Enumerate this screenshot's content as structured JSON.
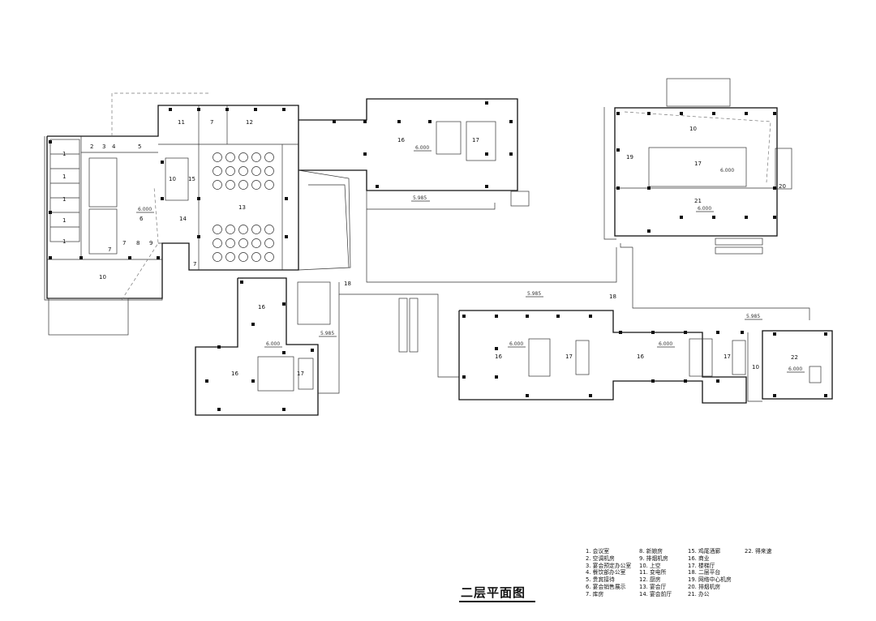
{
  "title": "二层平面图",
  "legend": {
    "columns": [
      [
        "1. 会议室",
        "2. 空调机房",
        "3. 宴会预定办公室",
        "4. 餐饮部办公室",
        "5. 贵宾接待",
        "6. 宴会销售展示",
        "7. 库房"
      ],
      [
        "8. 新娘房",
        "9. 排烟机房",
        "10. 上空",
        "11. 变电所",
        "12. 厨房",
        "13. 宴会厅",
        "14. 宴会前厅"
      ],
      [
        "15. 鸡尾酒廊",
        "16. 商业",
        "17. 楼梯厅",
        "18. 二层平台",
        "19. 网络中心机房",
        "20. 排烟机房",
        "21. 办公"
      ],
      [
        "22. 得来速"
      ]
    ]
  },
  "rooms": {
    "r1": "1",
    "r2": "2",
    "r3": "3",
    "r4": "4",
    "r5": "5",
    "r6": "6",
    "r7": "7",
    "r8": "8",
    "r9": "9",
    "r10": "10",
    "r11": "11",
    "r12": "12",
    "r13": "13",
    "r14": "14",
    "r15": "15",
    "r16": "16",
    "r17": "17",
    "r18": "18",
    "r19": "19",
    "r20": "20",
    "r21": "21",
    "r22": "22"
  },
  "elevations": {
    "e6000": "6.000",
    "e5985": "5.985"
  }
}
